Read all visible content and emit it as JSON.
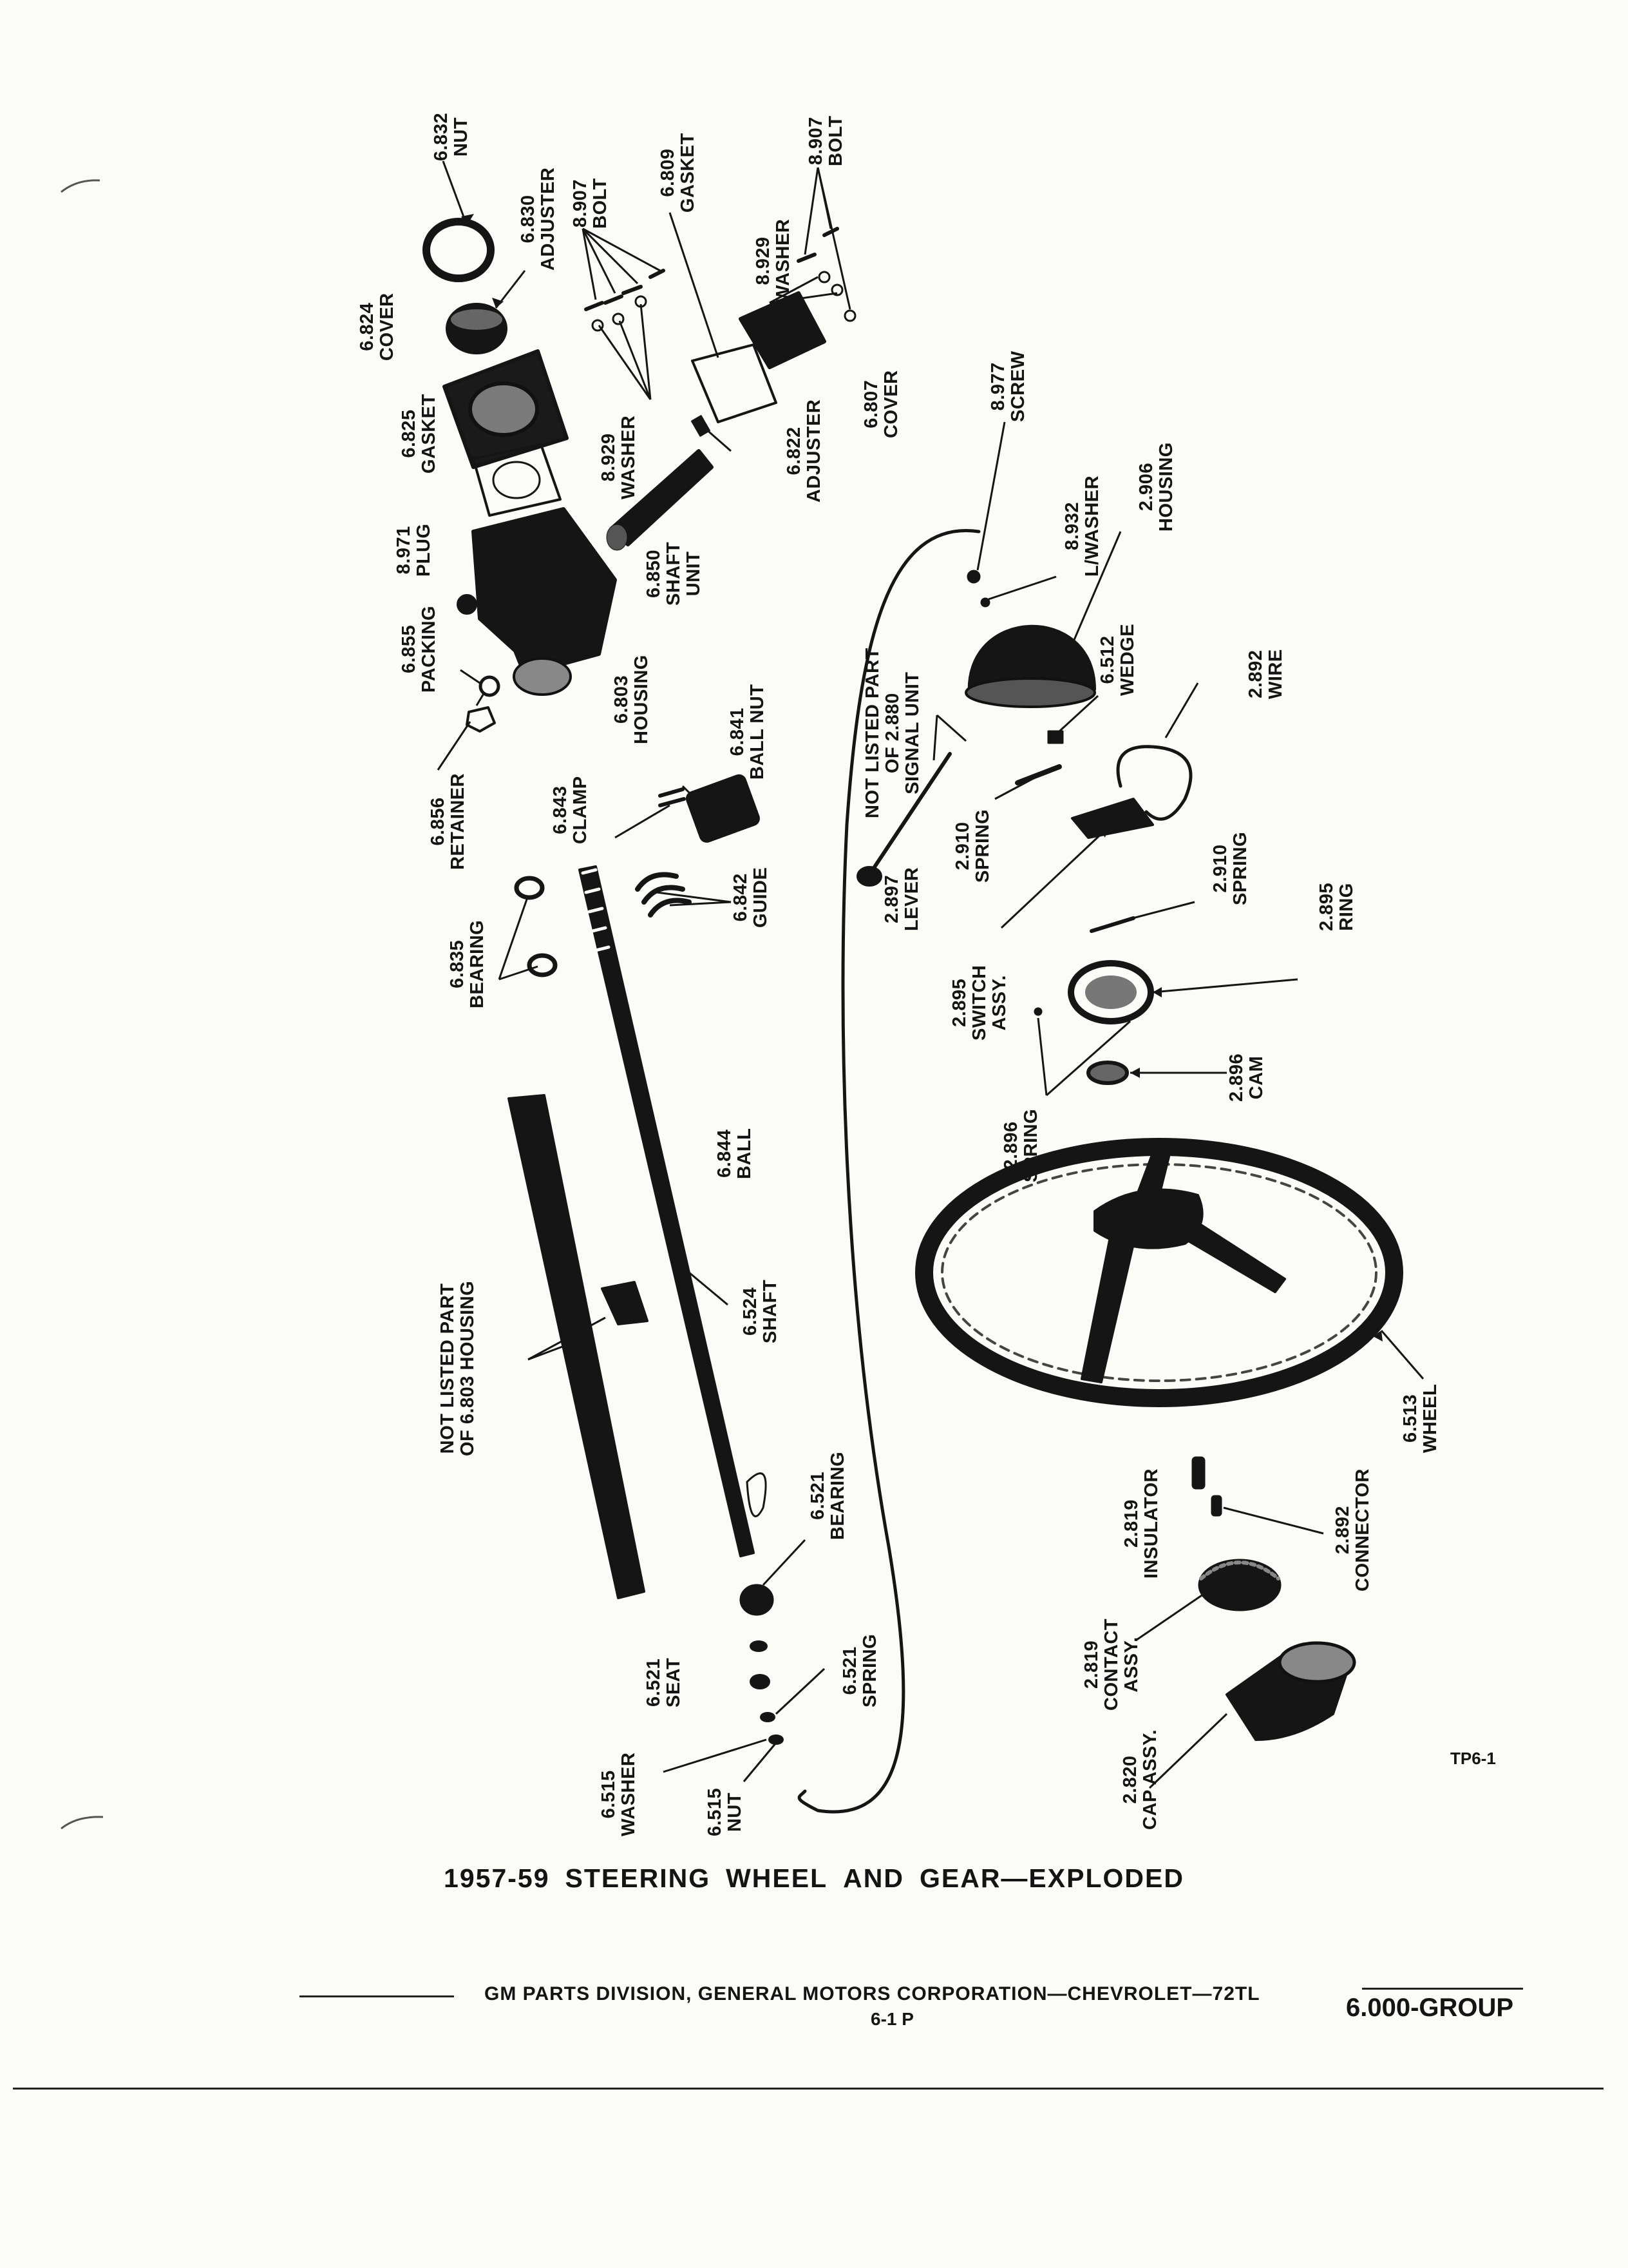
{
  "labels": [
    {
      "id": "nut-6832",
      "lines": [
        "6.832",
        "NUT"
      ]
    },
    {
      "id": "adjuster-6830",
      "lines": [
        "6.830",
        "ADJUSTER"
      ]
    },
    {
      "id": "bolt-8907-a",
      "lines": [
        "8.907",
        "BOLT"
      ]
    },
    {
      "id": "gasket-6809",
      "lines": [
        "6.809",
        "GASKET"
      ]
    },
    {
      "id": "bolt-8907-b",
      "lines": [
        "8.907",
        "BOLT"
      ]
    },
    {
      "id": "cover-6824",
      "lines": [
        "6.824",
        "COVER"
      ]
    },
    {
      "id": "washer-8929-b",
      "lines": [
        "8.929",
        "WASHER"
      ]
    },
    {
      "id": "gasket-6825",
      "lines": [
        "6.825",
        "GASKET"
      ]
    },
    {
      "id": "washer-8929-a",
      "lines": [
        "8.929",
        "WASHER"
      ]
    },
    {
      "id": "cover-6807",
      "lines": [
        "6.807",
        "COVER"
      ]
    },
    {
      "id": "adjuster-6822",
      "lines": [
        "6.822",
        "ADJUSTER"
      ]
    },
    {
      "id": "screw-8977",
      "lines": [
        "8.977",
        "SCREW"
      ]
    },
    {
      "id": "housing-2906",
      "lines": [
        "2.906",
        "HOUSING"
      ]
    },
    {
      "id": "plug-8971",
      "lines": [
        "8.971",
        "PLUG"
      ]
    },
    {
      "id": "shaft-unit-6850",
      "lines": [
        "6.850",
        "SHAFT",
        "UNIT"
      ]
    },
    {
      "id": "lwasher-8932",
      "lines": [
        "8.932",
        "L/WASHER"
      ]
    },
    {
      "id": "packing-6855",
      "lines": [
        "6.855",
        "PACKING"
      ]
    },
    {
      "id": "housing-6803",
      "lines": [
        "6.803",
        "HOUSING"
      ]
    },
    {
      "id": "not-listed-2880",
      "lines": [
        "NOT LISTED PART",
        "OF 2.880",
        "SIGNAL UNIT"
      ]
    },
    {
      "id": "wedge-6512",
      "lines": [
        "6.512",
        "WEDGE"
      ]
    },
    {
      "id": "wire-2892",
      "lines": [
        "2.892",
        "WIRE"
      ]
    },
    {
      "id": "retainer-6856",
      "lines": [
        "6.856",
        "RETAINER"
      ]
    },
    {
      "id": "ball-nut-6841",
      "lines": [
        "6.841",
        "BALL NUT"
      ]
    },
    {
      "id": "clamp-6843",
      "lines": [
        "6.843",
        "CLAMP"
      ]
    },
    {
      "id": "spring-2910-a",
      "lines": [
        "2.910",
        "SPRING"
      ]
    },
    {
      "id": "guide-6842",
      "lines": [
        "6.842",
        "GUIDE"
      ]
    },
    {
      "id": "lever-2897",
      "lines": [
        "2.897",
        "LEVER"
      ]
    },
    {
      "id": "spring-2910-b",
      "lines": [
        "2.910",
        "SPRING"
      ]
    },
    {
      "id": "ring-2895",
      "lines": [
        "2.895",
        "RING"
      ]
    },
    {
      "id": "bearing-6835",
      "lines": [
        "6.835",
        "BEARING"
      ]
    },
    {
      "id": "switch-2895",
      "lines": [
        "2.895",
        "SWITCH",
        "ASSY."
      ]
    },
    {
      "id": "cam-2896",
      "lines": [
        "2.896",
        "CAM"
      ]
    },
    {
      "id": "spring-2896",
      "lines": [
        "2.896",
        "SPRING"
      ]
    },
    {
      "id": "ball-6844",
      "lines": [
        "6.844",
        "BALL"
      ]
    },
    {
      "id": "not-listed-6803",
      "lines": [
        "NOT LISTED PART",
        "OF 6.803 HOUSING"
      ]
    },
    {
      "id": "shaft-6524",
      "lines": [
        "6.524",
        "SHAFT"
      ]
    },
    {
      "id": "wheel-6513",
      "lines": [
        "6.513",
        "WHEEL"
      ]
    },
    {
      "id": "bearing-6521",
      "lines": [
        "6.521",
        "BEARING"
      ]
    },
    {
      "id": "insulator-2819",
      "lines": [
        "2.819",
        "INSULATOR"
      ]
    },
    {
      "id": "connector-2892",
      "lines": [
        "2.892",
        "CONNECTOR"
      ]
    },
    {
      "id": "seat-6521",
      "lines": [
        "6.521",
        "SEAT"
      ]
    },
    {
      "id": "spring-6521",
      "lines": [
        "6.521",
        "SPRING"
      ]
    },
    {
      "id": "contact-2819",
      "lines": [
        "2.819",
        "CONTACT",
        "ASSY."
      ]
    },
    {
      "id": "washer-6515",
      "lines": [
        "6.515",
        "WASHER"
      ]
    },
    {
      "id": "nut-6515",
      "lines": [
        "6.515",
        "NUT"
      ]
    },
    {
      "id": "cap-2820",
      "lines": [
        "2.820",
        "CAP ASSY."
      ]
    }
  ],
  "caption": [
    "1957-59",
    "STEERING",
    "WHEEL",
    "AND",
    "GEAR—EXPLODED"
  ],
  "figure_id": "TP6-1",
  "footer": {
    "text": "GM PARTS DIVISION, GENERAL MOTORS CORPORATION—CHEVROLET—72TL",
    "page": "6-1 P",
    "group": "6.000-GROUP"
  }
}
